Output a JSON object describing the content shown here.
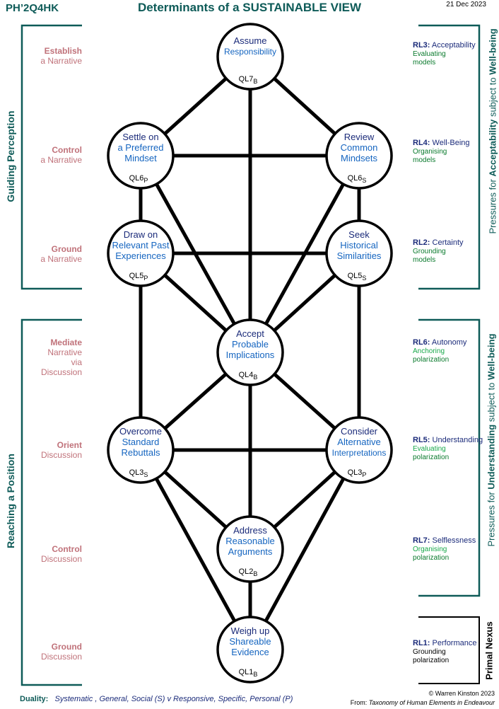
{
  "header": {
    "code": "PH’2Q4HK",
    "title": "Determinants of a SUSTAINABLE VIEW",
    "date": "21 Dec 2023"
  },
  "left_sections": {
    "top": "Guiding Perception",
    "bottom": "Reaching a Position"
  },
  "left_labels": [
    {
      "line1": "Establish",
      "line2": "a Narrative"
    },
    {
      "line1": "Control",
      "line2": "a Narrative"
    },
    {
      "line1": "Ground",
      "line2": "a Narrative"
    },
    {
      "line1": "Mediate",
      "line2": "Narrative",
      "line3": "via",
      "line4": "Discussion"
    },
    {
      "line1": "Orient",
      "line2": "Discussion"
    },
    {
      "line1": "Control",
      "line2": "Discussion"
    },
    {
      "line1": "Ground",
      "line2": "Discussion"
    }
  ],
  "right_sections": {
    "top": {
      "pre": "Pressures for ",
      "bold": "Acceptability",
      "mid": " subject to ",
      "post": "Well-being"
    },
    "bottom": {
      "pre": "Pressures for ",
      "bold": "Understanding",
      "mid": " subject to ",
      "post": "Well-being"
    },
    "nexus": "Primal Nexus"
  },
  "right_labels": [
    {
      "code": "RL3:",
      "name": "Acceptability",
      "sub1": "Evaluating",
      "sub2": "models"
    },
    {
      "code": "RL4:",
      "name": "Well-Being",
      "sub1": "Organising",
      "sub2": "models"
    },
    {
      "code": "RL2:",
      "name": "Certainty",
      "sub1": "Grounding",
      "sub2": "models"
    },
    {
      "code": "RL6:",
      "name": "Autonomy",
      "sub1": "Anchoring",
      "sub2": "polarization"
    },
    {
      "code": "RL5:",
      "name": "Understanding",
      "sub1": "Evaluating",
      "sub2": "polarization"
    },
    {
      "code": "RL7:",
      "name": "Selflessness",
      "sub1": "Organising",
      "sub2": "polarization"
    },
    {
      "code": "RL1:",
      "name": "Performance",
      "sub1": "Grounding",
      "sub2": "polarization"
    }
  ],
  "nodes": [
    {
      "id": "ql7",
      "line1": "Assume",
      "line2": "Responsibility",
      "line3": "",
      "code": "QL7",
      "sub": "B"
    },
    {
      "id": "ql6p",
      "line1": "Settle on",
      "line2": "a Preferred",
      "line3": "Mindset",
      "code": "QL6",
      "sub": "P"
    },
    {
      "id": "ql6s",
      "line1": "Review",
      "line2": "Common",
      "line3": "Mindsets",
      "code": "QL6",
      "sub": "S"
    },
    {
      "id": "ql5p",
      "line1": "Draw on",
      "line2": "Relevant Past",
      "line3": "Experiences",
      "code": "QL5",
      "sub": "P"
    },
    {
      "id": "ql5s",
      "line1": "Seek",
      "line2": "Historical",
      "line3": "Similarities",
      "code": "QL5",
      "sub": "S"
    },
    {
      "id": "ql4",
      "line1": "Accept",
      "line2": "Probable",
      "line3": "Implications",
      "code": "QL4",
      "sub": "B"
    },
    {
      "id": "ql3s",
      "line1": "Overcome",
      "line2": "Standard",
      "line3": "Rebuttals",
      "code": "QL3",
      "sub": "S"
    },
    {
      "id": "ql3p",
      "line1": "Consider",
      "line2": "Alternative",
      "line3": "Interpretations",
      "code": "QL3",
      "sub": "P"
    },
    {
      "id": "ql2",
      "line1": "Address",
      "line2": "Reasonable",
      "line3": "Arguments",
      "code": "QL2",
      "sub": "B"
    },
    {
      "id": "ql1",
      "line1": "Weigh up",
      "line2": "Shareable",
      "line3": "Evidence",
      "code": "QL1",
      "sub": "B"
    }
  ],
  "footer": {
    "duality_label": "Duality:",
    "duality_text": "Systematic , General, Social (S)  v   Responsive, Specific, Personal (P)",
    "copyright": "© Warren Kinston 2023",
    "from_prefix": "From: ",
    "from_title": "Taxonomy of Human Elements in Endeavour"
  },
  "colors": {
    "teal": "#0e5b58",
    "rose": "#c0727a",
    "navy": "#1b2b7a",
    "blue": "#1565c0",
    "green": "#0a7a2d"
  }
}
